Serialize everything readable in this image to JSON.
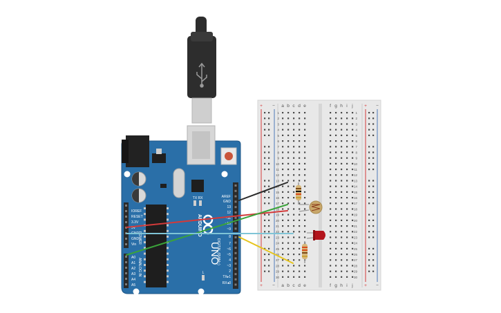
{
  "board": {
    "brand": "ARDUINO",
    "model": "UNO",
    "header_labels": [
      "AREF",
      "GND",
      "13",
      "12",
      "~11",
      "~10",
      "~9",
      "8",
      "7",
      "~6",
      "~5",
      "4",
      "~3",
      "2",
      "TX▸1",
      "RX◂0"
    ],
    "power_labels": [
      "IOREF",
      "RESET",
      "3.3V",
      "5V",
      "GND",
      "GND",
      "Vin"
    ],
    "analog_labels": [
      "A0",
      "A1",
      "A2",
      "A3",
      "A4",
      "A5"
    ],
    "section_power": "POWER",
    "section_analog": "ANALOG IN",
    "section_digital": "DIGITAL (PWM~)",
    "led_labels": [
      "TX",
      "RX"
    ],
    "l_label": "L",
    "colors": {
      "pcb": "#2a6fa8",
      "pcb_edge": "#1d5686",
      "header": "#2b2b2b",
      "chip": "#1e1e1e",
      "reset_button": "#c9553a"
    }
  },
  "usb": {
    "cable_color": "#2d2d2d",
    "connector_color": "#cfcfcf"
  },
  "breadboard": {
    "col_letters_left": [
      "a",
      "b",
      "c",
      "d",
      "e"
    ],
    "col_letters_right": [
      "f",
      "g",
      "h",
      "i",
      "j"
    ],
    "rows": 30,
    "rail_plus": "+",
    "rail_minus": "−",
    "colors": {
      "body": "#e8e8e8",
      "hole": "#4a4a4a",
      "rail_red": "#d43a3a",
      "rail_blue": "#4b79b8"
    }
  },
  "wires": {
    "black": "#2a2a2a",
    "green": "#3aa33a",
    "red": "#d23a3a",
    "cyan": "#7fc4d6",
    "yellow": "#e6c41d"
  },
  "components": {
    "resistor_color": "#d7b77a",
    "photoresistor_color": "#c9a86b",
    "led_color": "#b3141c"
  }
}
